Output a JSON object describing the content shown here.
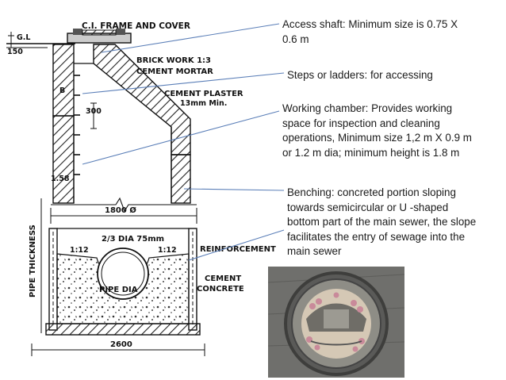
{
  "drawing": {
    "labels": {
      "frame_cover": "C.I. FRAME AND COVER",
      "gl": "G.L",
      "dim_150": "150",
      "brick_line1": "BRICK WORK 1:3",
      "brick_line2": "CEMENT MORTAR",
      "plaster_line1": "CEMENT PLASTER",
      "plaster_line2": "13mm Min.",
      "dim_300": "300",
      "dim_158": "1.58",
      "dim_1800": "1800 Ø",
      "dia_note": "2/3 DIA 75mm",
      "ratio_left": "1:12",
      "ratio_right": "1:12",
      "reinforcement": "REINFORCEMENT",
      "cement_line1": "CEMENT",
      "cement_line2": "CONCRETE",
      "pipe_dia": "PIPE DIA",
      "pipe_thickness": "PIPE THICKNESS",
      "dim_2600": "2600",
      "mark_b": "B"
    }
  },
  "notes": {
    "access_shaft": "Access shaft: Minimum size is 0.75 X 0.6 m",
    "steps": "Steps or ladders: for accessing",
    "working_chamber": "Working chamber: Provides working space for inspection and cleaning operations, Minimum size 1,2 m X 0.9 m or 1.2 m dia; minimum height is 1.8 m",
    "benching": "Benching: concreted portion sloping towards semicircular or U -shaped bottom part of the main sewer, the slope facilitates the entry of sewage into the main sewer"
  },
  "colors": {
    "pointer_line": "#5b7fb8",
    "ink": "#111111",
    "photo_bg": "#6f6f6c"
  }
}
